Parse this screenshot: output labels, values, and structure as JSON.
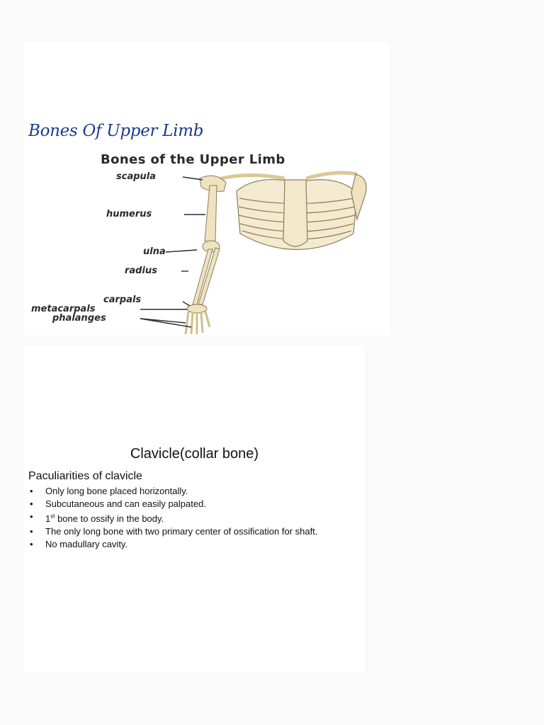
{
  "slide1": {
    "title": "Bones  Of  Upper  Limb",
    "diagram": {
      "heading": "Bones of the Upper Limb",
      "labels": {
        "scapula": "scapula",
        "humerus": "humerus",
        "ulna": "ulna",
        "radius": "radius",
        "carpals": "carpals",
        "metacarpals": "metacarpals",
        "phalanges": "phalanges"
      },
      "bone_color": "#efe3bf"
    }
  },
  "slide2": {
    "title": "Clavicle(collar bone)",
    "subtitle": "Paculiarities of clavicle",
    "bullets": [
      {
        "text": "Only long bone placed horizontally."
      },
      {
        "text": "Subcutaneous and can easily palpated."
      },
      {
        "pre": "1",
        "sup": "st",
        "post": " bone to ossify in the body."
      },
      {
        "text": "The only long bone with two primary center of ossification for shaft."
      },
      {
        "text": "No madullary cavity."
      }
    ],
    "bullet_symbol": "•"
  }
}
